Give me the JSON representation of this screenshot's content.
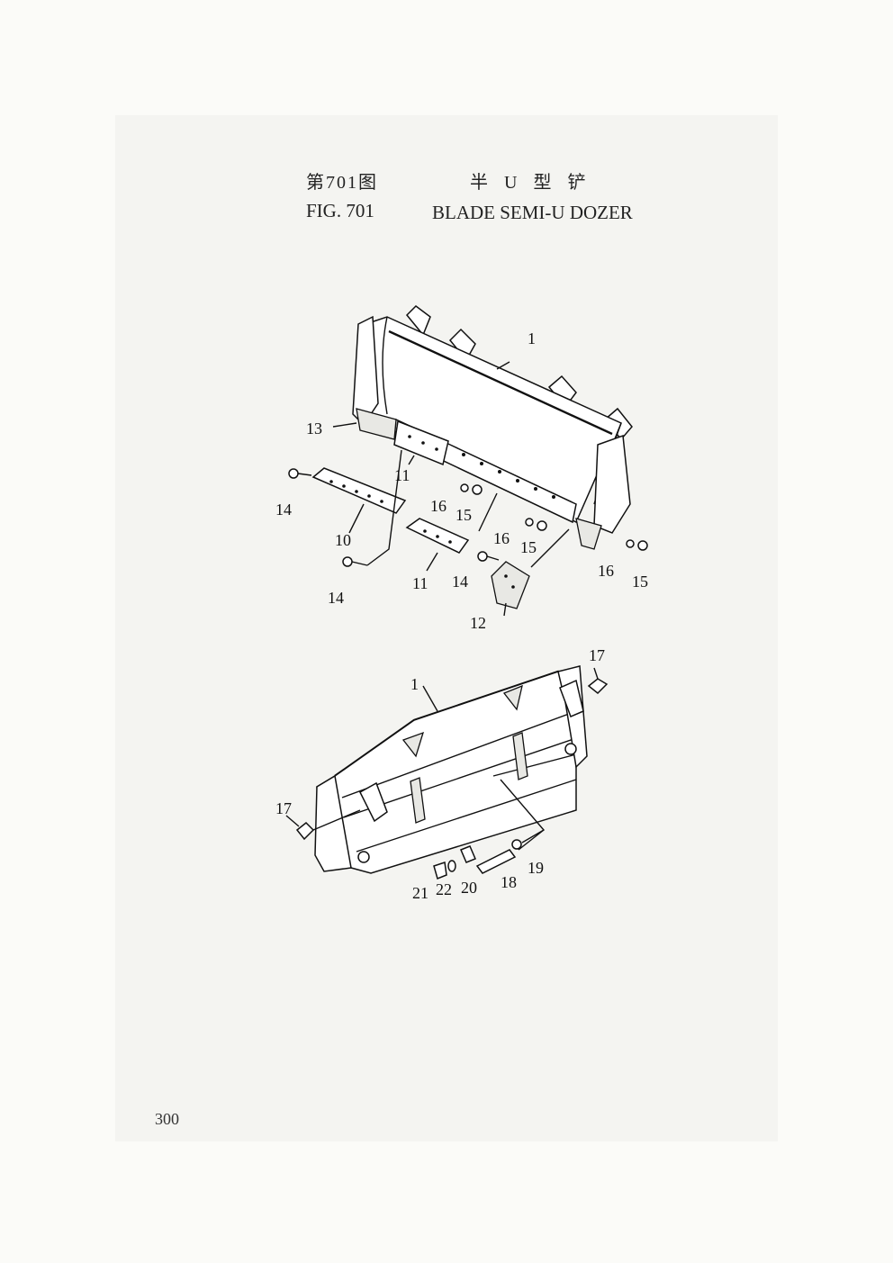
{
  "header": {
    "figure_cn": "第701图",
    "title_cn": "半U型铲",
    "figure_en": "FIG. 701",
    "title_en": "BLADE SEMI-U DOZER"
  },
  "callouts": {
    "top": {
      "c1": "1",
      "c13": "13",
      "c11a": "11",
      "c14a": "14",
      "c10": "10",
      "c16a": "16",
      "c15a": "15",
      "c16b": "16",
      "c15b": "15",
      "c14b": "14",
      "c11b": "11",
      "c14c": "14",
      "c12": "12",
      "c16c": "16",
      "c15c": "15"
    },
    "bottom": {
      "c17a": "17",
      "c1": "1",
      "c17b": "17",
      "c21": "21",
      "c22": "22",
      "c20": "20",
      "c18": "18",
      "c19": "19"
    }
  },
  "page_number": "300"
}
